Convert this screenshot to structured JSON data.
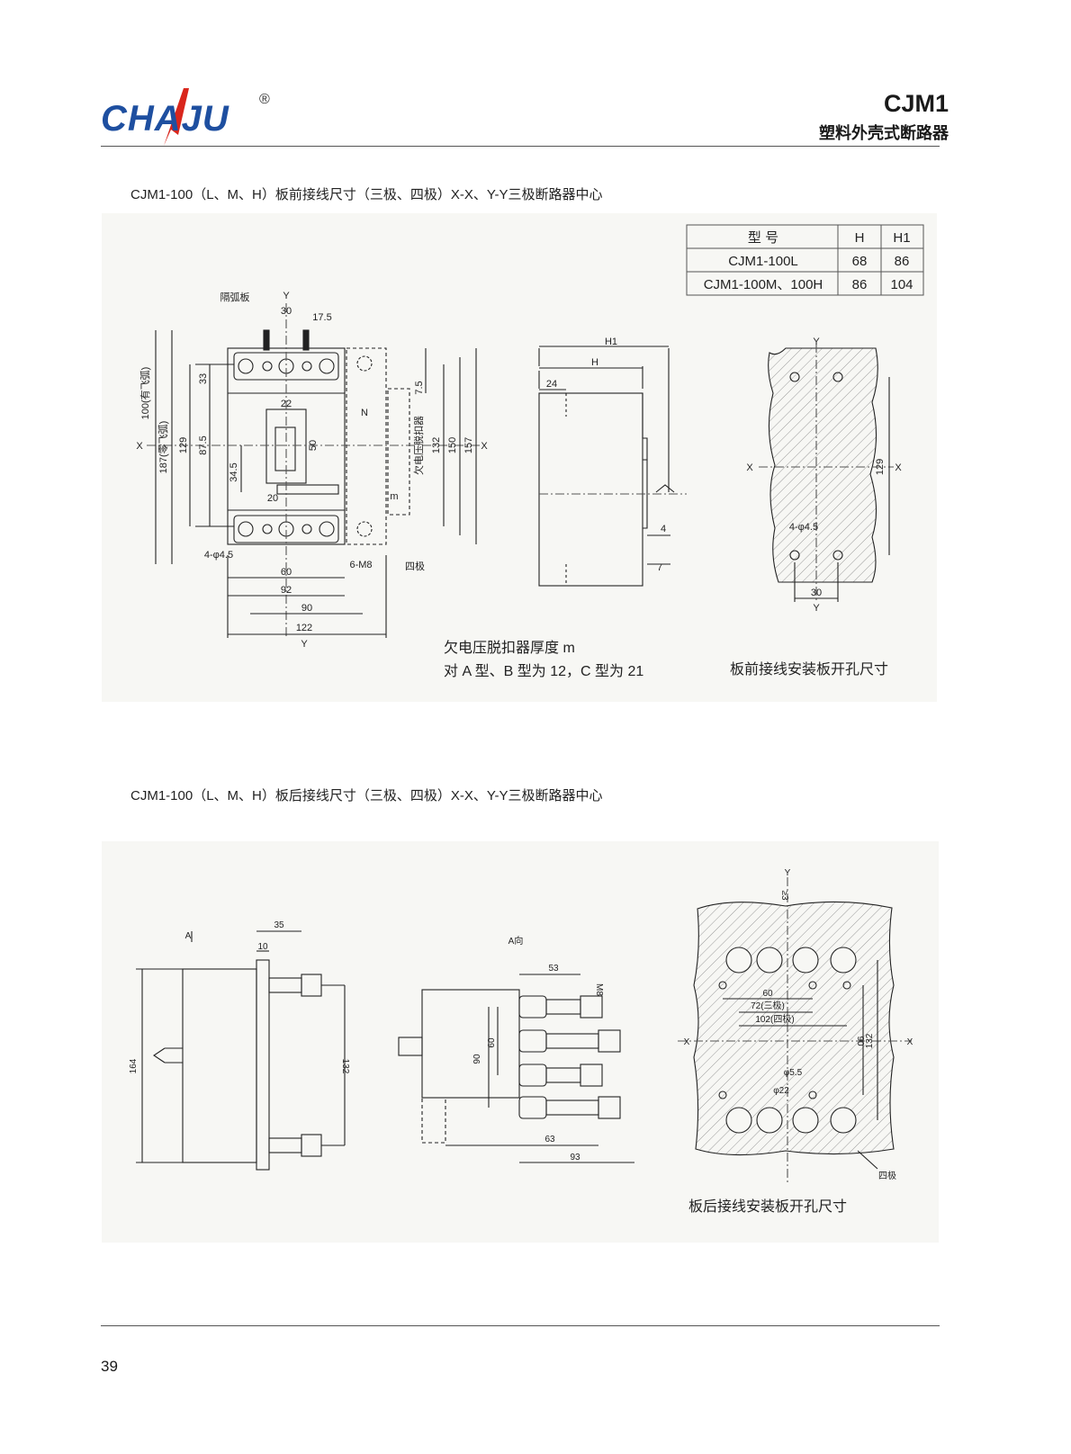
{
  "header": {
    "logo_text": "CHAJU",
    "logo_registered": "®",
    "model": "CJM1",
    "product_name": "塑料外壳式断路器"
  },
  "section1": {
    "caption": "CJM1-100（L、M、H）板前接线尺寸（三极、四极）X-X、Y-Y三极断路器中心",
    "table": {
      "headers": [
        "型 号",
        "H",
        "H1"
      ],
      "rows": [
        [
          "CJM1-100L",
          "68",
          "86"
        ],
        [
          "CJM1-100M、100H",
          "86",
          "104"
        ]
      ]
    },
    "labels": {
      "arc_barrier": "隔弧板",
      "y": "Y",
      "x": "X",
      "n": "N",
      "d30": "30",
      "d17_5": "17.5",
      "d100": "100(有飞弧)",
      "d187": "187(零飞弧)",
      "d129": "129",
      "d87_5": "87.5",
      "d33": "33",
      "d34_5": "34.5",
      "d22": "22",
      "d50": "50",
      "d20": "20",
      "d7_5": "7.5",
      "uv_release": "欠电压脱扣器",
      "d132": "132",
      "d150": "150",
      "d157": "157",
      "m": "m",
      "holes": "4-φ4.5",
      "m8": "6-M8",
      "four_pole": "四极",
      "d60": "60",
      "d92": "92",
      "d90": "90",
      "d122": "122",
      "h1": "H1",
      "h": "H",
      "d24": "24",
      "d4": "4",
      "d7": "7"
    },
    "note_line1": "欠电压脱扣器厚度 m",
    "note_line2": "对 A 型、B 型为 12，C 型为 21",
    "panel_caption": "板前接线安装板开孔尺寸"
  },
  "section2": {
    "caption": "CJM1-100（L、M、H）板后接线尺寸（三极、四极）X-X、Y-Y三极断路器中心",
    "labels": {
      "a": "A",
      "d35": "35",
      "d10": "10",
      "d164": "164",
      "d132": "132",
      "a_view": "A向",
      "d53": "53",
      "m8": "M8",
      "d90": "90",
      "d60": "60",
      "d63": "63",
      "d93": "93",
      "y": "Y",
      "x": "X",
      "ge3": "≥3",
      "d60b": "60",
      "d72": "72(三极)",
      "d102": "102(四极)",
      "d90b": "90",
      "d132b": "132",
      "phi5_5": "φ5.5",
      "phi22": "φ22",
      "four_pole": "四极"
    },
    "panel_caption": "板后接线安装板开孔尺寸"
  },
  "footer": {
    "page_number": "39"
  }
}
